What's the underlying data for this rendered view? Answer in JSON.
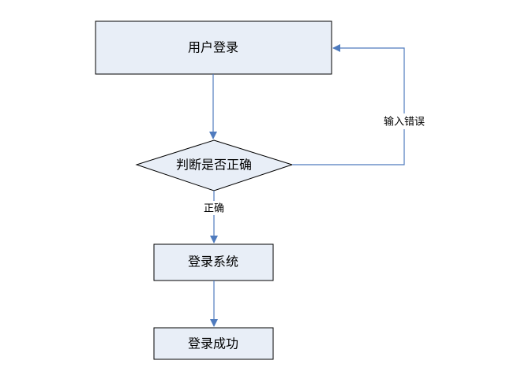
{
  "diagram": {
    "colors": {
      "box_fill": "#E8EEF7",
      "box_stroke": "#000000",
      "arrow": "#4F7BBE"
    },
    "nodes": {
      "login": {
        "label": "用户登录",
        "shape": "rectangle"
      },
      "check": {
        "label": "判断是否正确",
        "shape": "diamond"
      },
      "enter": {
        "label": "登录系统",
        "shape": "rectangle"
      },
      "success": {
        "label": "登录成功",
        "shape": "rectangle"
      }
    },
    "edges": {
      "login_to_check": {
        "from": "login",
        "to": "check",
        "label": ""
      },
      "check_to_enter": {
        "from": "check",
        "to": "enter",
        "label": "正确"
      },
      "enter_to_success": {
        "from": "enter",
        "to": "success",
        "label": ""
      },
      "check_to_login": {
        "from": "check",
        "to": "login",
        "label": "输入错误"
      }
    }
  }
}
